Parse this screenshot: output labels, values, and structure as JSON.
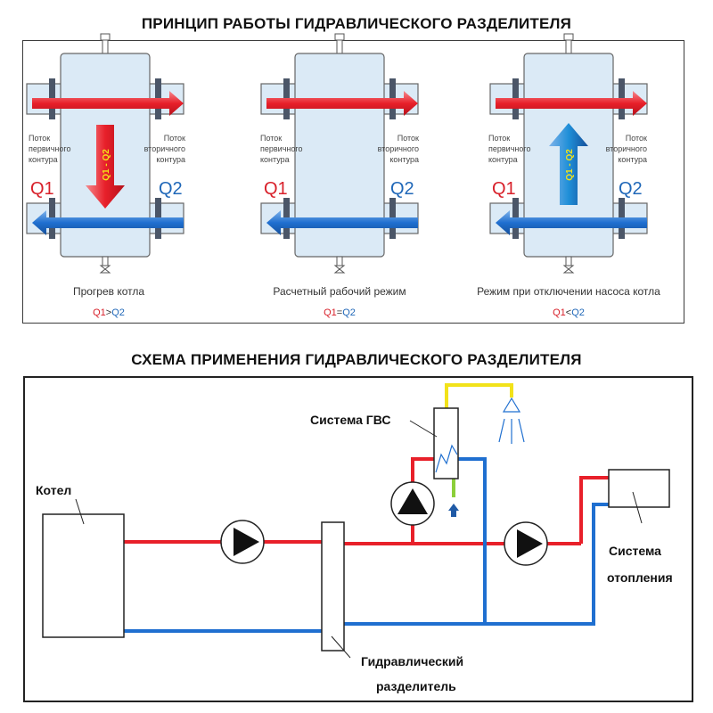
{
  "top_title": "ПРИНЦИП РАБОТЫ ГИДРАВЛИЧЕСКОГО РАЗДЕЛИТЕЛЯ",
  "bottom_title": "СХЕМА ПРИМЕНЕНИЯ ГИДРАВЛИЧЕСКОГО РАЗДЕЛИТЕЛЯ",
  "panels": [
    {
      "primary_label": [
        "Поток",
        "первичного",
        "контура"
      ],
      "secondary_label": [
        "Поток",
        "вторичного",
        "контура"
      ],
      "q1": "Q1",
      "q2": "Q2",
      "arrow_label": "Q1 - Q2",
      "caption": "Прогрев котла",
      "relation_q1": "Q1",
      "relation_op": ">",
      "relation_q2": "Q2"
    },
    {
      "primary_label": [
        "Поток",
        "первичного",
        "контура"
      ],
      "secondary_label": [
        "Поток",
        "вторичного",
        "контура"
      ],
      "q1": "Q1",
      "q2": "Q2",
      "caption": "Расчетный рабочий режим",
      "relation_q1": "Q1",
      "relation_op": "=",
      "relation_q2": "Q2"
    },
    {
      "primary_label": [
        "Поток",
        "первичного",
        "контура"
      ],
      "secondary_label": [
        "Поток",
        "вторичного",
        "контура"
      ],
      "q1": "Q1",
      "q2": "Q2",
      "arrow_label": "Q1 - Q2",
      "caption": "Режим при отключении насоса котла",
      "relation_q1": "Q1",
      "relation_op": "<",
      "relation_q2": "Q2"
    }
  ],
  "schema": {
    "boiler": "Котел",
    "dhw": "Система ГВС",
    "heating": [
      "Система",
      "отопления"
    ],
    "separator": [
      "Гидравлический",
      "разделитель"
    ]
  },
  "colors": {
    "hot": "#e8202a",
    "cold": "#1f6fd0",
    "dhw_supply": "#f2e21a",
    "cold_water": "#8ccf3a",
    "q1": "#d8202a",
    "q2": "#1f67b8",
    "vessel": "#dbeaf6"
  }
}
